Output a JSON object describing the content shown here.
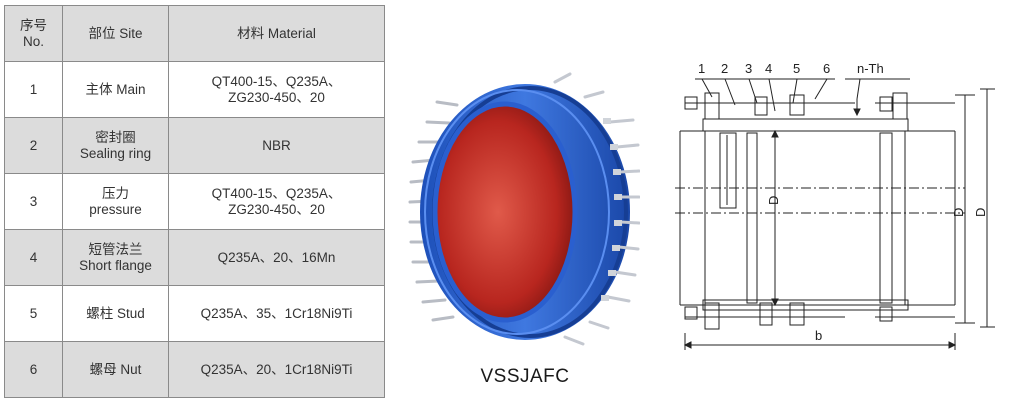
{
  "table": {
    "header": {
      "col1": [
        "序号",
        "No."
      ],
      "col2": [
        "部位  Site"
      ],
      "col3": [
        "材料  Material"
      ]
    },
    "rows": [
      {
        "no": "1",
        "site": [
          "主体 Main"
        ],
        "material": [
          "QT400-15、Q235A、",
          "ZG230-450、20"
        ]
      },
      {
        "no": "2",
        "site": [
          "密封圈",
          "Sealing ring"
        ],
        "material": [
          "NBR"
        ]
      },
      {
        "no": "3",
        "site": [
          "压力",
          "pressure"
        ],
        "material": [
          "QT400-15、Q235A、",
          "ZG230-450、20"
        ]
      },
      {
        "no": "4",
        "site": [
          "短管法兰",
          "Short flange"
        ],
        "material": [
          "Q235A、20、16Mn"
        ]
      },
      {
        "no": "5",
        "site": [
          "螺柱 Stud"
        ],
        "material": [
          "Q235A、35、1Cr18Ni9Ti"
        ]
      },
      {
        "no": "6",
        "site": [
          "螺母 Nut"
        ],
        "material": [
          "Q235A、20、1Cr18Ni9Ti"
        ]
      }
    ]
  },
  "product": {
    "model": "VSSJAFC",
    "colors": {
      "body": "#2a5fcf",
      "inner": "#c2302a",
      "bolt": "#b8bcc4"
    }
  },
  "drawing": {
    "part_numbers": [
      "1",
      "2",
      "3",
      "4",
      "5",
      "6"
    ],
    "thread_label": "n-Th",
    "dim_inner": "D",
    "dim_outer_1": "D",
    "dim_outer_2": "D",
    "dim_length": "b"
  }
}
